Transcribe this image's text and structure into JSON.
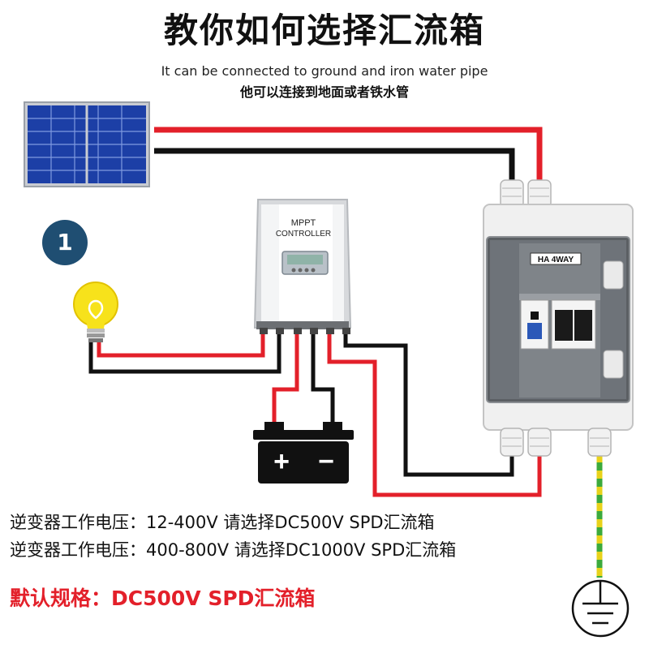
{
  "header": {
    "title": "教你如何选择汇流箱",
    "subtitle_en": "It can be connected to ground and iron water pipe",
    "subtitle_cn": "他可以连接到地面或者铁水管"
  },
  "step_badge": "1",
  "controller": {
    "line1": "MPPT",
    "line2": "CONTROLLER"
  },
  "combiner_box": {
    "label": "HA 4WAY"
  },
  "battery": {
    "plus": "+",
    "minus": "−"
  },
  "notes": [
    "逆变器工作电压：12-400V 请选择DC500V SPD汇流箱",
    "逆变器工作电压：400-800V 请选择DC1000V SPD汇流箱"
  ],
  "default_spec": "默认规格：DC500V SPD汇流箱",
  "colors": {
    "wire_red": "#e3202a",
    "wire_black": "#111111",
    "ground_green": "#3caa3c",
    "ground_yellow": "#e8d21a",
    "badge_bg": "#1f4e72",
    "accent_red": "#e3202a"
  },
  "icons": [
    "solar-panel-icon",
    "light-bulb-icon",
    "battery-icon",
    "ground-symbol-icon"
  ]
}
